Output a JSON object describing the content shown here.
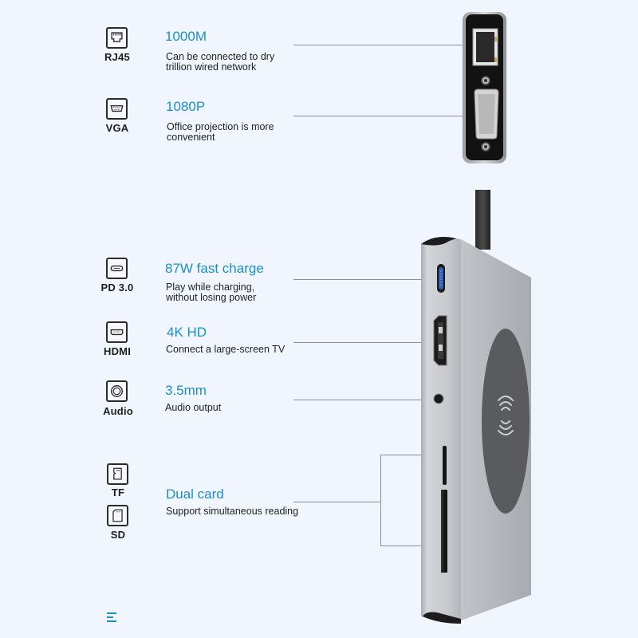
{
  "features": [
    {
      "id": "rj45",
      "label": "RJ45",
      "icon": "ethernet-port-icon",
      "title": "1000M",
      "desc": [
        "Can be connected to dry",
        "trillion wired network"
      ]
    },
    {
      "id": "vga",
      "label": "VGA",
      "icon": "vga-port-icon",
      "title": "1080P",
      "desc": [
        "Office projection is more",
        "convenient"
      ]
    },
    {
      "id": "pd",
      "label": "PD 3.0",
      "icon": "usb-c-port-icon",
      "title": "87W fast charge",
      "desc": [
        "Play while charging,",
        "without losing power"
      ]
    },
    {
      "id": "hdmi",
      "label": "HDMI",
      "icon": "hdmi-port-icon",
      "title": "4K HD",
      "desc": [
        "Connect a large-screen TV"
      ]
    },
    {
      "id": "audio",
      "label": "Audio",
      "icon": "audio-jack-icon",
      "title": "3.5mm",
      "desc": [
        "Audio output"
      ]
    },
    {
      "id": "card",
      "labels": [
        "TF",
        "SD"
      ],
      "icons": [
        "tf-card-icon",
        "sd-card-icon"
      ],
      "title": "Dual card",
      "desc": [
        "Support simultaneous reading"
      ]
    }
  ],
  "colors": {
    "accent": "#1c8ec9",
    "background": "#f1f6fe",
    "text": "#222222",
    "leader_line": "#8a8d92",
    "hub_silver": "#b9bcc1",
    "hub_dark": "#1a1a1a",
    "charging_pad": "#5a5b5e"
  },
  "footer": {
    "icon": "menu-icon"
  }
}
